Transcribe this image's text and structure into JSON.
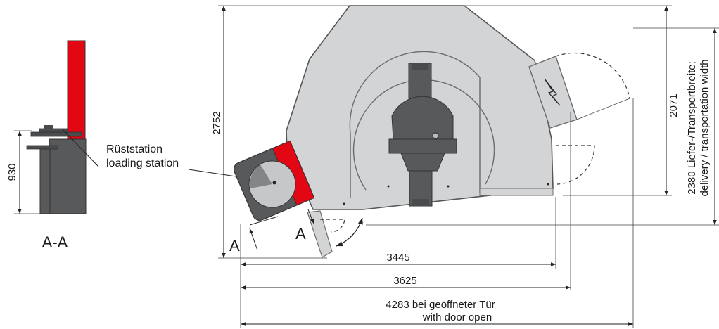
{
  "colors": {
    "body_fill": "#d3d4d6",
    "body_stroke": "#6b6b6b",
    "dark_part": "#58595b",
    "darker_part": "#4a4b4d",
    "accent_red": "#e30613",
    "line": "#222222",
    "background": "#ffffff"
  },
  "section_view": {
    "dimension_height": "930",
    "label": "A-A"
  },
  "callout": {
    "line1": "Rüststation",
    "line2": "loading station"
  },
  "section_markers": {
    "left": "A",
    "right": "A"
  },
  "dimensions": {
    "total_height": "2752",
    "right_height": "2071",
    "width_3445": "3445",
    "width_3625": "3625",
    "open_width_line1": "4283 bei geöffneter Tür",
    "open_width_line2": "with door open",
    "transport_width_line1": "2380 Liefer-/Transportbreite;",
    "transport_width_line2": "delivery / transportation width"
  }
}
